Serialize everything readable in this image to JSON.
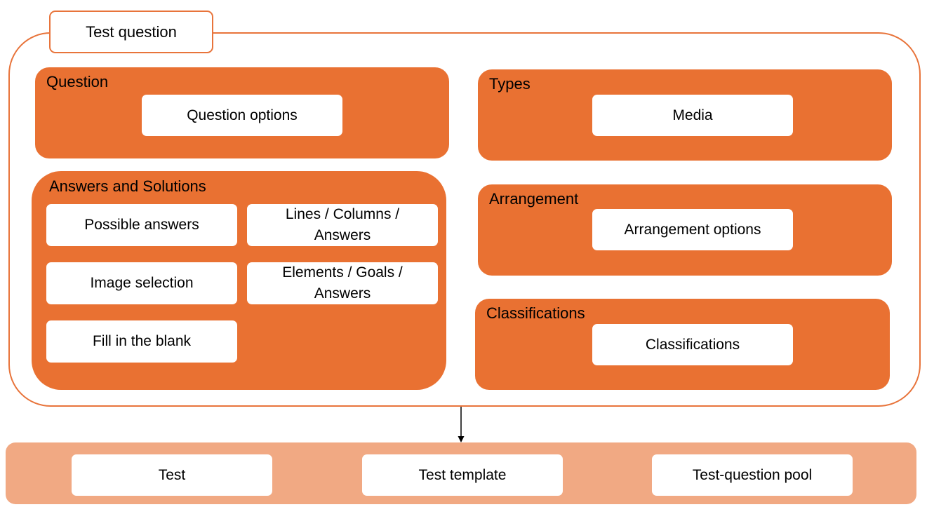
{
  "title": "Test question",
  "panels": {
    "question": {
      "label": "Question",
      "items": [
        "Question options"
      ]
    },
    "answers": {
      "label": "Answers and Solutions",
      "items": [
        "Possible answers",
        "Lines / Columns / Answers",
        "Image selection",
        "Elements / Goals / Answers",
        "Fill in the blank"
      ]
    },
    "types": {
      "label": "Types",
      "items": [
        "Media"
      ]
    },
    "arrangement": {
      "label": "Arrangement",
      "items": [
        "Arrangement options"
      ]
    },
    "classifications": {
      "label": "Classifications",
      "items": [
        "Classifications"
      ]
    }
  },
  "outputs": [
    "Test",
    "Test template",
    "Test-question pool"
  ],
  "colors": {
    "accent": "#E97132",
    "outline": "#E8743B",
    "bottom_band": "#F1A983",
    "box": "#FFFFFF"
  }
}
